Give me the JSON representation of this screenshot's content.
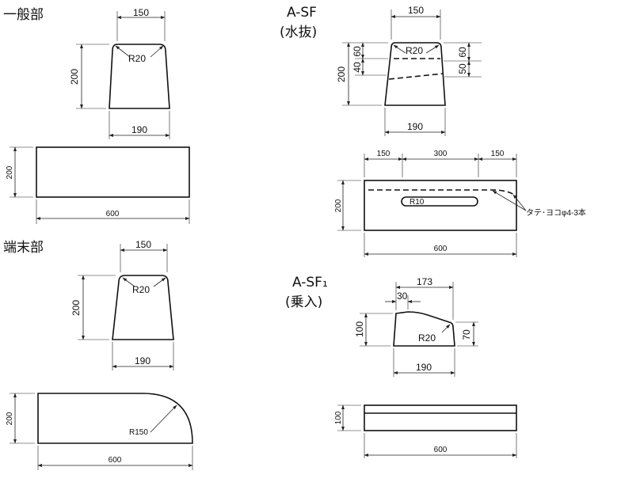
{
  "headings": {
    "general": "一般部",
    "terminal": "端末部",
    "asf": "A-SF",
    "asf_sub": "(水抜)",
    "asf1": "A-SF₁",
    "asf1_sub": "(乗入)"
  },
  "general": {
    "top_width": "150",
    "radius": "R20",
    "height": "200",
    "bottom_width": "190",
    "elev_height": "200",
    "elev_length": "600"
  },
  "terminal": {
    "top_width": "150",
    "radius": "R20",
    "height": "200",
    "bottom_width": "190",
    "elev_height": "200",
    "end_radius": "R150",
    "elev_length": "600"
  },
  "asf": {
    "top_width": "150",
    "radius": "R20",
    "height": "200",
    "left_upper": "60",
    "left_lower": "40",
    "right_upper": "60",
    "right_lower": "50",
    "bottom_width": "190",
    "seg_left": "150",
    "seg_mid": "300",
    "seg_right": "150",
    "elev_height": "200",
    "slot_radius": "R10",
    "rebar_note": "タテ･ヨコφ4-3本",
    "elev_length": "600"
  },
  "asf1": {
    "overall_width": "173",
    "top_flat": "30",
    "left_height": "100",
    "right_height": "70",
    "radius": "R20",
    "bottom_width": "190",
    "elev_height": "100",
    "elev_length": "600"
  }
}
